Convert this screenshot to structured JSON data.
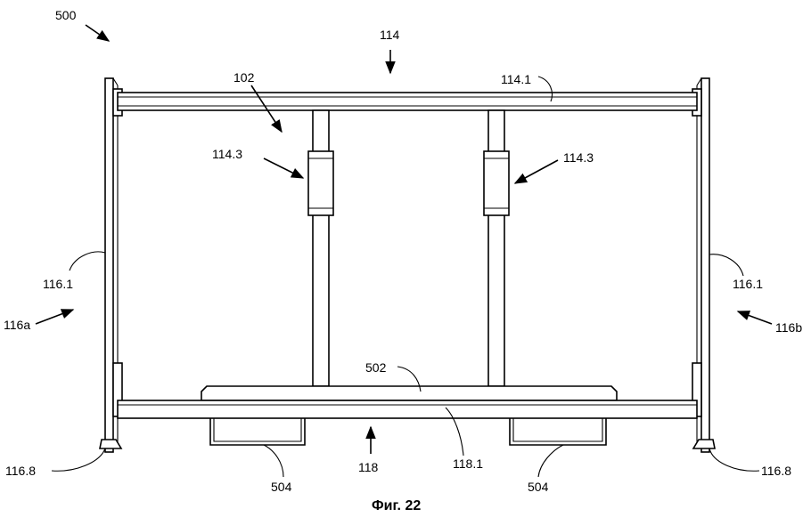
{
  "labels": {
    "assembly": "500",
    "top_assembly": "114",
    "top_rail": "114.1",
    "frame": "102",
    "left_coupler": "114.3",
    "right_coupler": "114.3",
    "left_post": "116.1",
    "right_post": "116.1",
    "left_side": "116a",
    "right_side": "116b",
    "platform": "502",
    "bottom_rail": "118.1",
    "bottom_assembly": "118",
    "left_foot": "116.8",
    "right_foot": "116.8",
    "left_bin": "504",
    "right_bin": "504"
  },
  "caption": "Фиг. 22"
}
